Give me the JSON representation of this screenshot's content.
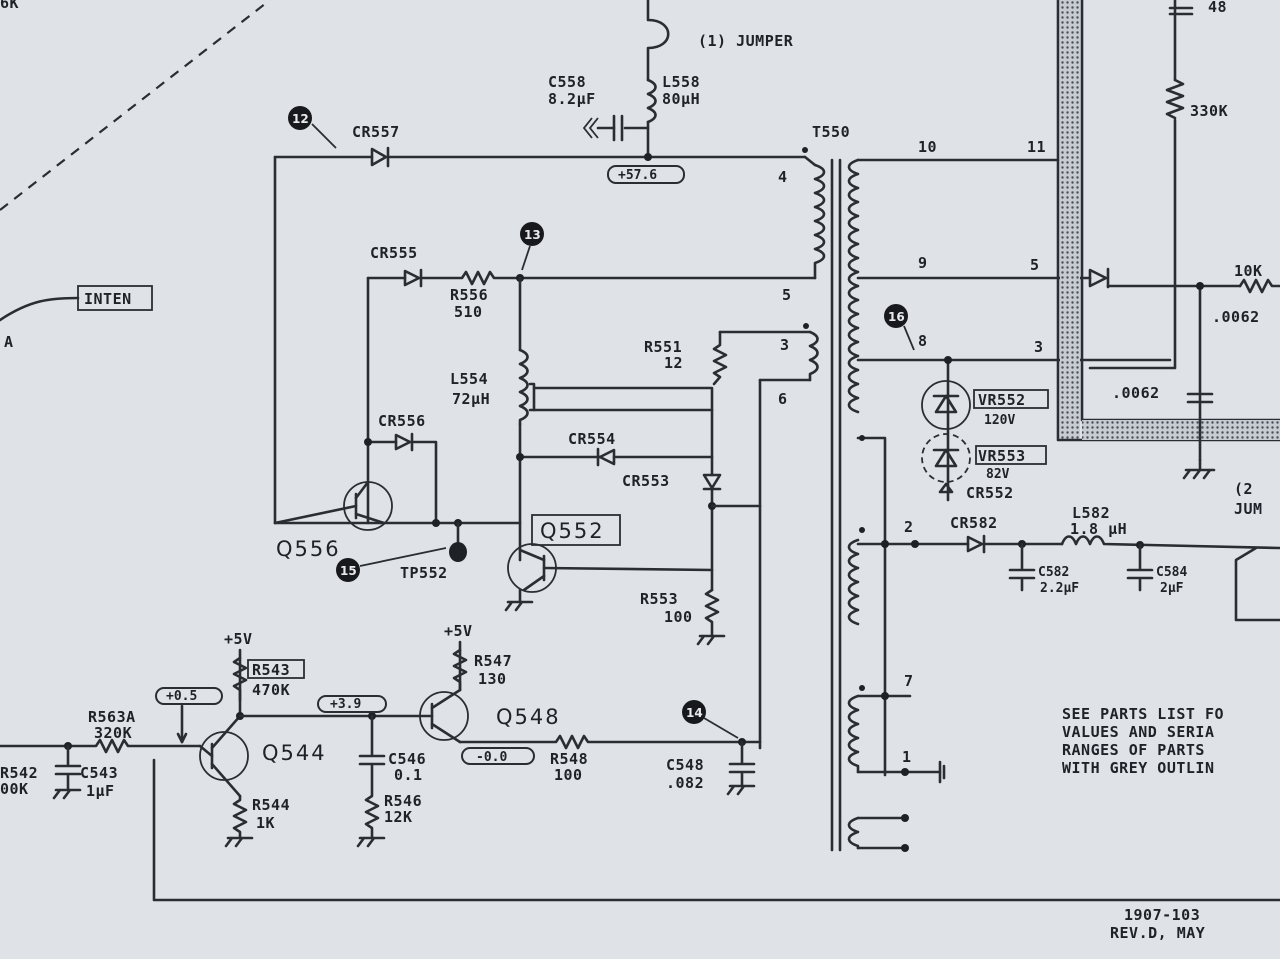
{
  "labels": {
    "jumper": "(1) JUMPER",
    "c558": "C558",
    "c558_val": "8.2µF",
    "l558": "L558",
    "l558_val": "80µH",
    "cr557": "CR557",
    "t550": "T550",
    "v_57_6": "+57.6",
    "cr555": "CR555",
    "r556": "R556",
    "r556_val": "510",
    "l554": "L554",
    "l554_val": "72µH",
    "r551": "R551",
    "r551_val": "12",
    "cr556": "CR556",
    "cr554": "CR554",
    "cr553": "CR553",
    "q556": "Q556",
    "q552": "Q552",
    "tp552": "TP552",
    "r553": "R553",
    "r553_val": "100",
    "inten": "INTEN",
    "a": "A",
    "k_top": "6K",
    "v5_a": "+5V",
    "v5_b": "+5V",
    "r543": "R543",
    "r543_val": "470K",
    "r547": "R547",
    "r547_val": "130",
    "q548": "Q548",
    "v_0_5": "+0.5",
    "v_3_9": "+3.9",
    "v_0_0": "-0.0",
    "r563a": "R563A",
    "r563a_val": "320K",
    "q544": "Q544",
    "c546": "C546",
    "c546_val": "0.1",
    "r548": "R548",
    "r548_val": "100",
    "c548": "C548",
    "c548_val": ".082",
    "r542": "R542",
    "r542_val": "00K",
    "c543": "C543",
    "c543_val": "1µF",
    "r544": "R544",
    "r544_val": "1K",
    "r546": "R546",
    "r546_val": "12K",
    "pin_10": "10",
    "pin_11": "11",
    "pin_4": "4",
    "pin_9": "9",
    "pin_5a": "5",
    "pin_5b": "5",
    "pin_8": "8",
    "pin_3a": "3",
    "pin_3b": "3",
    "pin_6": "6",
    "pin_2": "2",
    "pin_7": "7",
    "pin_1": "1",
    "vr552": "VR552",
    "vr552_val": "120V",
    "vr553": "VR553",
    "vr553_val": "82V",
    "cr552": "CR552",
    "cr582": "CR582",
    "l582": "L582",
    "l582_val": "1.8 µH",
    "c582": "C582",
    "c582_val": "2.2µF",
    "c584": "C584",
    "c584_val": "2µF",
    "r_330k": "330K",
    "r_10k": "10K",
    "c_0062a": ".0062",
    "c_0062b": ".0062",
    "top_48": "48",
    "jum_right": "JUM",
    "two_right": "(2",
    "note_1": "SEE PARTS LIST FO",
    "note_2": "VALUES AND SERIA",
    "note_3": "RANGES OF PARTS",
    "note_4": "WITH GREY OUTLIN",
    "doc_num": "1907-103",
    "rev": "REV.D, MAY"
  },
  "markers": {
    "m12": "12",
    "m13": "13",
    "m15": "15",
    "m16": "16",
    "m14": "14"
  },
  "colors": {
    "paper": "#dfe2e6",
    "ink": "#2a2d33"
  }
}
